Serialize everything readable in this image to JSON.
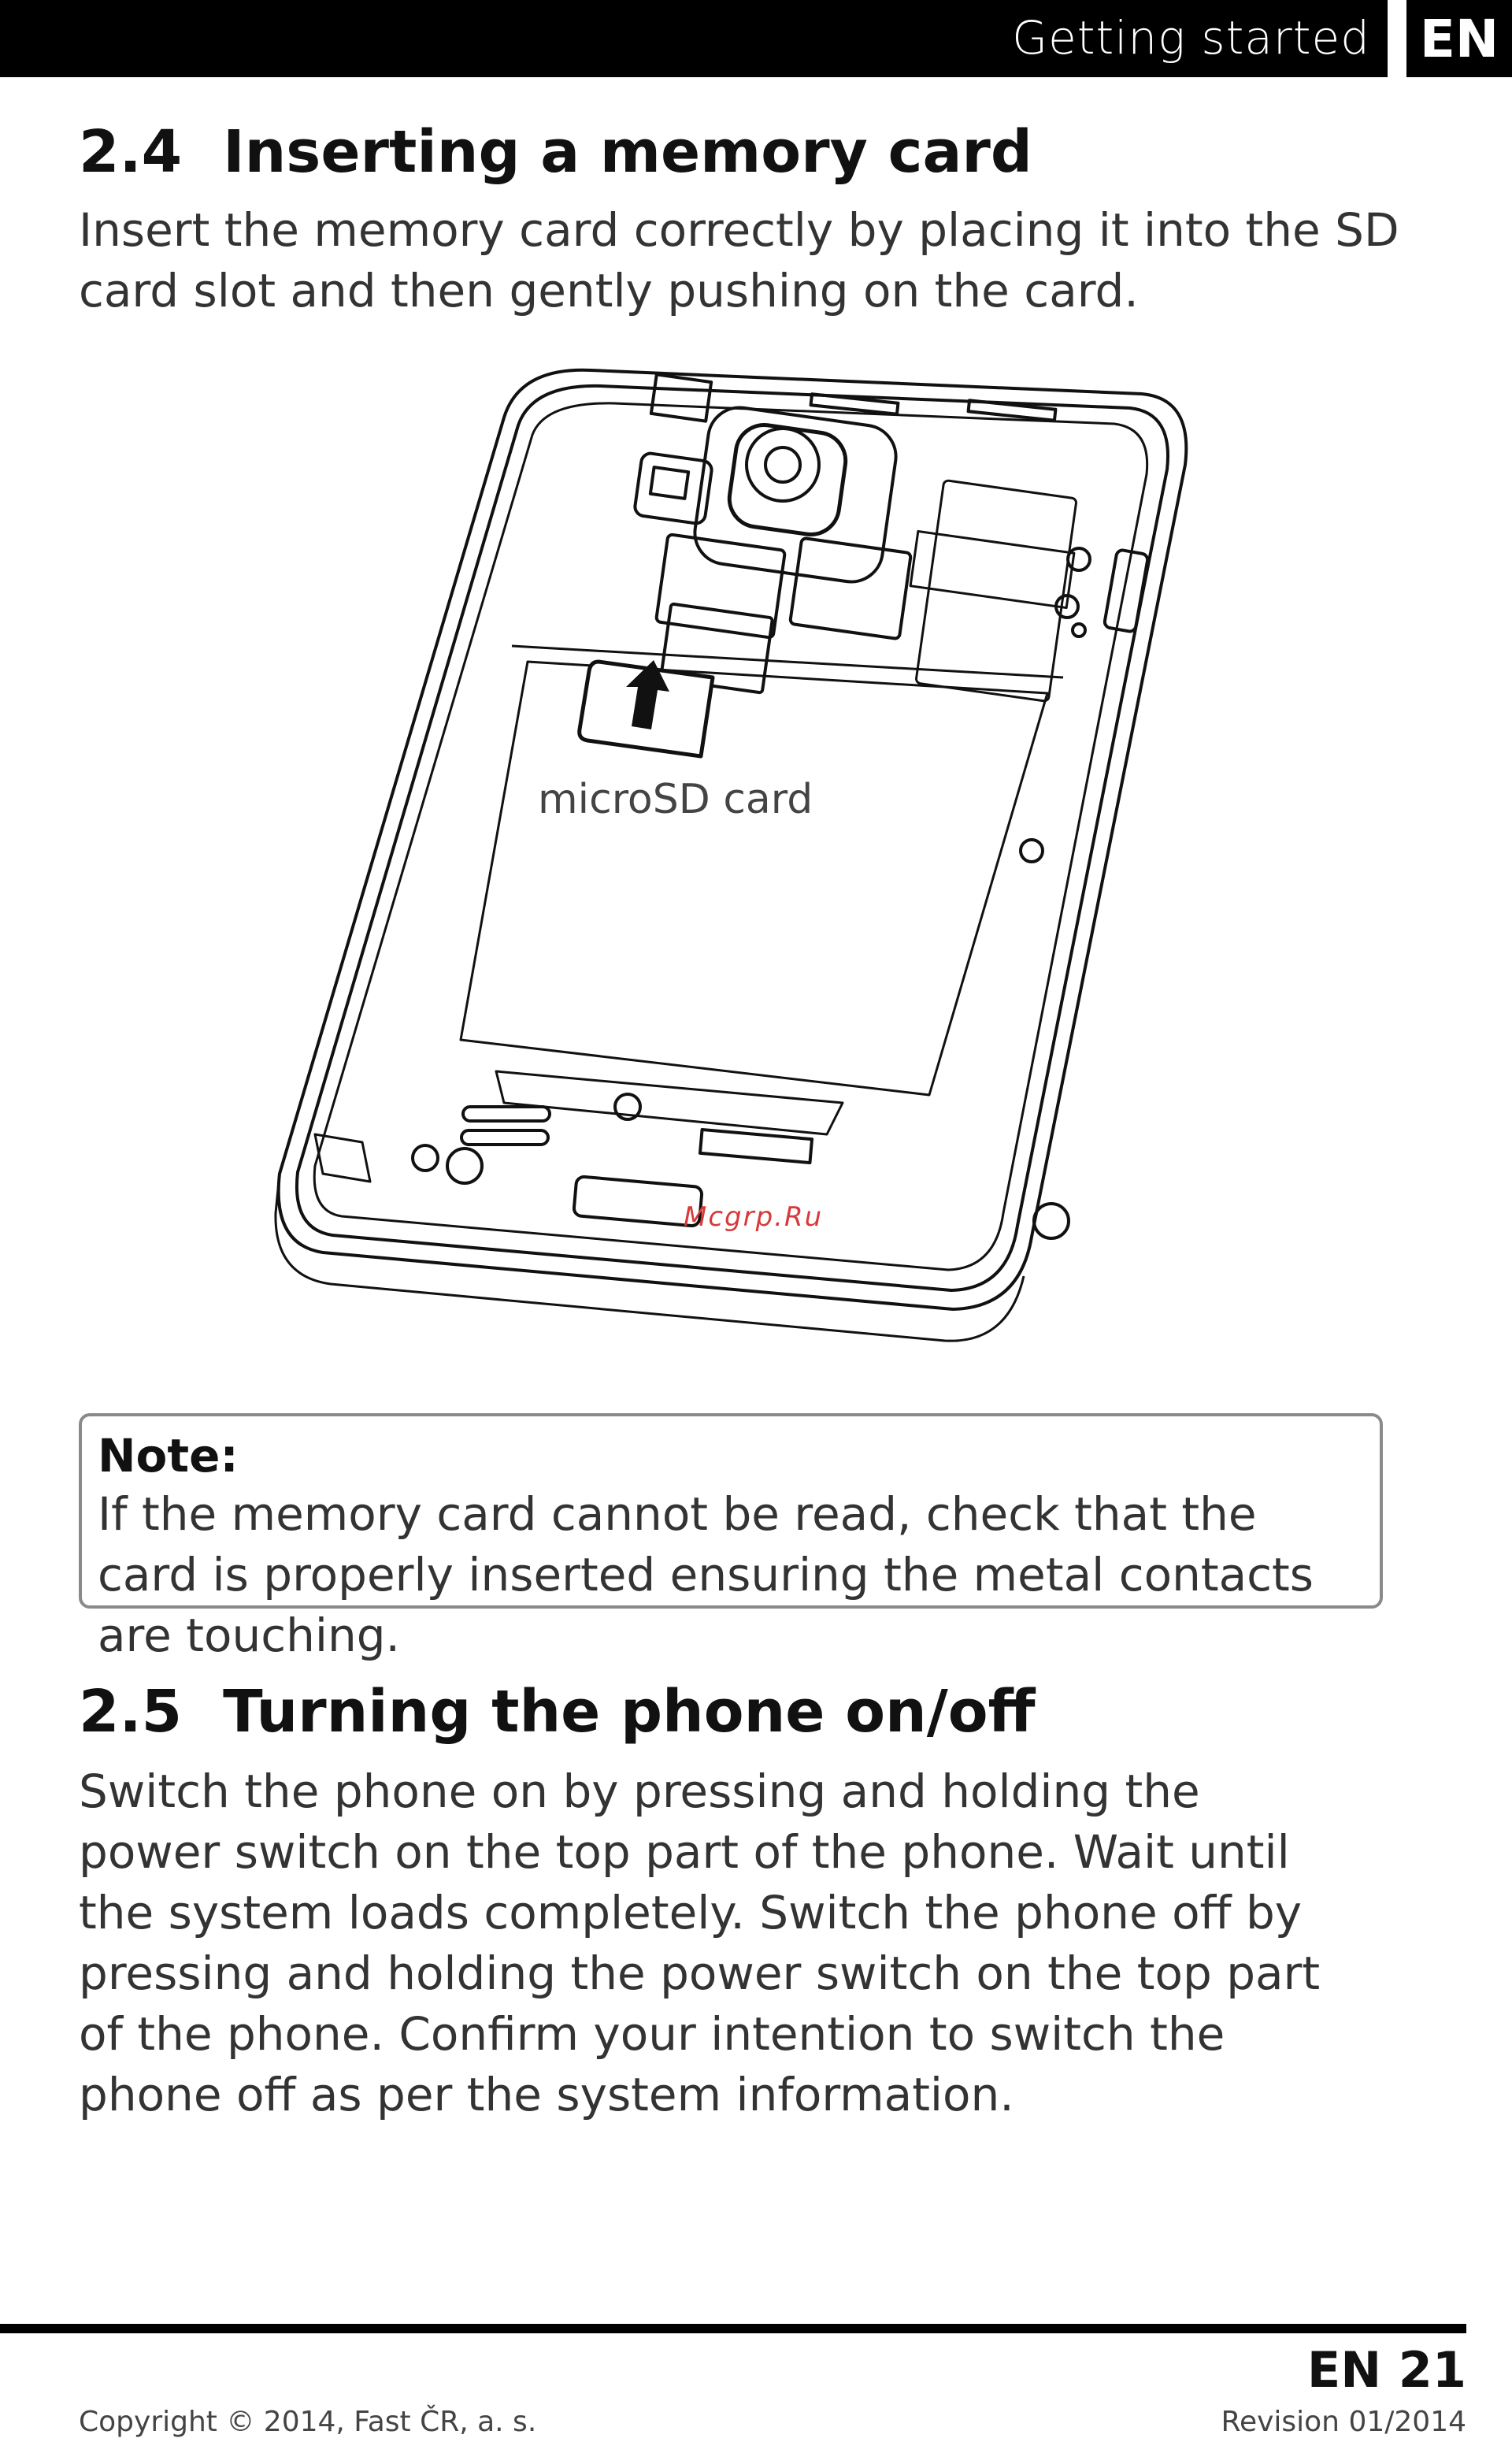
{
  "header": {
    "section": "Getting started",
    "language": "EN"
  },
  "section_24": {
    "number": "2.4",
    "title": "Inserting a memory card",
    "body": "Insert the memory card correctly by placing it into the SD card slot and then gently pushing on the card."
  },
  "figure": {
    "label": "microSD card",
    "watermark": "Mcgrp.Ru"
  },
  "note": {
    "title": "Note:",
    "text": "If the memory card cannot be read, check that the card is properly inserted ensuring the metal contacts are touching."
  },
  "section_25": {
    "number": "2.5",
    "title": "Turning the phone on/off",
    "body": "Switch the phone on by pressing and holding the power switch on the top part of the phone. Wait until the system loads completely. Switch the phone off by pressing and holding the power switch on the top part of the phone. Confirm your intention to switch the phone off as per the system information."
  },
  "footer": {
    "page": "EN 21",
    "copyright": "Copyright © 2014, Fast ČR, a. s.",
    "revision": "Revision 01/2014"
  }
}
